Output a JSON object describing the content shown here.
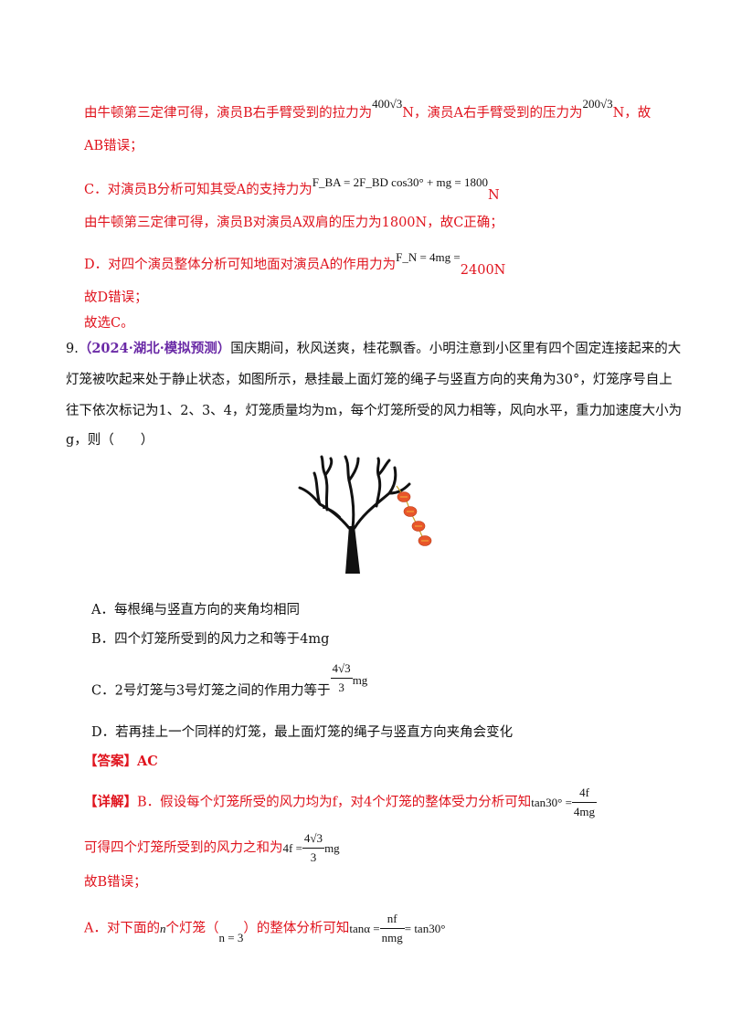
{
  "lines": {
    "l1_a": "由牛顿第三定律可得，演员B右手臂受到的拉力为",
    "l1_m1": "400√3",
    "l1_b": "N，演员A右手臂受到的压力为",
    "l1_m2": "200√3",
    "l1_c": "N，故",
    "l2": "AB错误；",
    "l3_a": "C．对演员B分析可知其受A的支持力为",
    "l3_m": "F_BA = 2F_BD cos30° + mg = 1800",
    "l3_b": "N",
    "l4": "由牛顿第三定律可得，演员B对演员A双肩的压力为1800N，故C正确；",
    "l5_a": "D．对四个演员整体分析可知地面对演员A的作用力为",
    "l5_m": "F_N = 4mg =",
    "l5_b": "2400N",
    "l6": "故D错误；",
    "l7": "故选C。"
  },
  "question": {
    "number": "9.",
    "source": "（2024·湖北·模拟预测）",
    "text1": "国庆期间，秋风送爽，桂花飘香。小明注意到小区里有四个固定连接起来的大",
    "text2": "灯笼被吹起来处于静止状态，如图所示，悬挂最上面灯笼的绳子与竖直方向的夹角为30°，灯笼序号自上",
    "text3": "往下依次标记为1、2、3、4，灯笼质量均为m，每个灯笼所受的风力相等，风向水平，重力加速度大小为",
    "text4": "g，则（　　）"
  },
  "options": {
    "A": "A．每根绳与竖直方向的夹角均相同",
    "B": "B．四个灯笼所受到的风力之和等于4mg",
    "C_a": "C．2号灯笼与3号灯笼之间的作用力等于",
    "C_num": "4√3",
    "C_den": "3",
    "C_tail": "mg",
    "D": "D．若再挂上一个同样的灯笼，最上面灯笼的绳子与竖直方向夹角会变化"
  },
  "answer": {
    "label": "【答案】AC",
    "detail_label": "【详解】",
    "detail_text": "B．假设每个灯笼所受的风力均为f，对4个灯笼的整体受力分析可知",
    "detail_m_left": "tan30° =",
    "detail_m_num": "4f",
    "detail_m_den": "4mg",
    "sum_text": "可得四个灯笼所受到的风力之和为",
    "sum_m_left": "4f =",
    "sum_m_num": "4√3",
    "sum_m_den": "3",
    "sum_m_tail": "mg",
    "b_wrong": "故B错误；",
    "a_text1": "A．对下面的",
    "a_n": "n",
    "a_text2": "个灯笼（",
    "a_n_eq": "n = 3",
    "a_text3": "）的整体分析可知",
    "a_m_left": "tanα =",
    "a_m_num": "nf",
    "a_m_den": "nmg",
    "a_m_right": "= tan30°"
  },
  "colors": {
    "answer_red": "#e0141e",
    "source_purple": "#6a2aa6",
    "lantern": "#e8562a"
  }
}
